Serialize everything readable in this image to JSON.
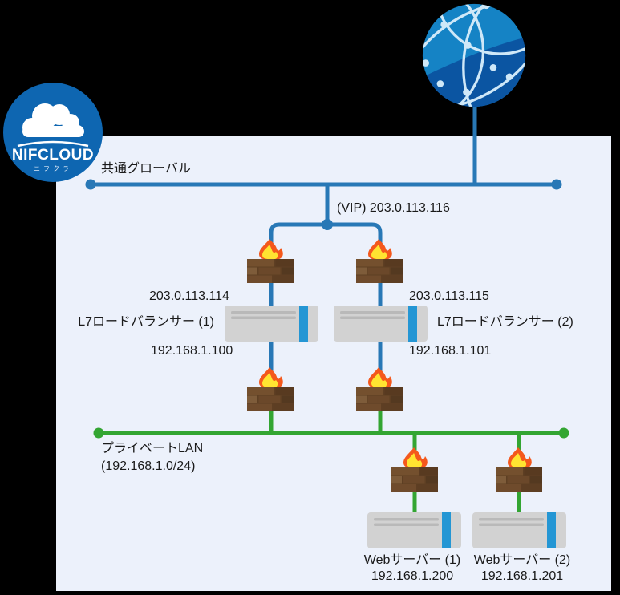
{
  "diagram": {
    "provider": {
      "name": "NIFCLOUD",
      "subname": "ニフクラ"
    },
    "internet": {
      "icon": "globe"
    },
    "global_network": {
      "label": "共通グローバル",
      "vip_label": "(VIP) 203.0.113.116"
    },
    "load_balancers": [
      {
        "name": "L7ロードバランサー (1)",
        "global_ip": "203.0.113.114",
        "private_ip": "192.168.1.100"
      },
      {
        "name": "L7ロードバランサー (2)",
        "global_ip": "203.0.113.115",
        "private_ip": "192.168.1.101"
      }
    ],
    "private_network": {
      "label": "プライベートLAN",
      "cidr": "(192.168.1.0/24)"
    },
    "web_servers": [
      {
        "name": "Webサーバー (1)",
        "ip": "192.168.1.200"
      },
      {
        "name": "Webサーバー (2)",
        "ip": "192.168.1.201"
      }
    ]
  },
  "icons": {
    "internet": "network-globe-icon",
    "provider": "nifcloud-cloud-logo",
    "firewall": "brick-wall-flame-icon",
    "server": "rack-server-icon"
  },
  "colors": {
    "outside_bg": "#000000",
    "panel_bg": "#ecf1fb",
    "line_blue": "#2878b6",
    "line_green": "#33a532",
    "text_color": "#1a1a1a",
    "globe_light": "#1583c5",
    "globe_dark": "#0b55a2",
    "globe_mesh": "#cfe8f8",
    "logo_blue": "#0e66b1",
    "flame_orange": "#f4581c",
    "flame_yellow": "#ffe431",
    "brick_base": "#5e3f23",
    "brick_mid": "#74502e",
    "brick_dark": "#583a20",
    "brick_light": "#7e5c3a",
    "server_gray": "#d2d2d2",
    "server_line": "#b9b9b9",
    "server_stripe": "#2496d4"
  }
}
